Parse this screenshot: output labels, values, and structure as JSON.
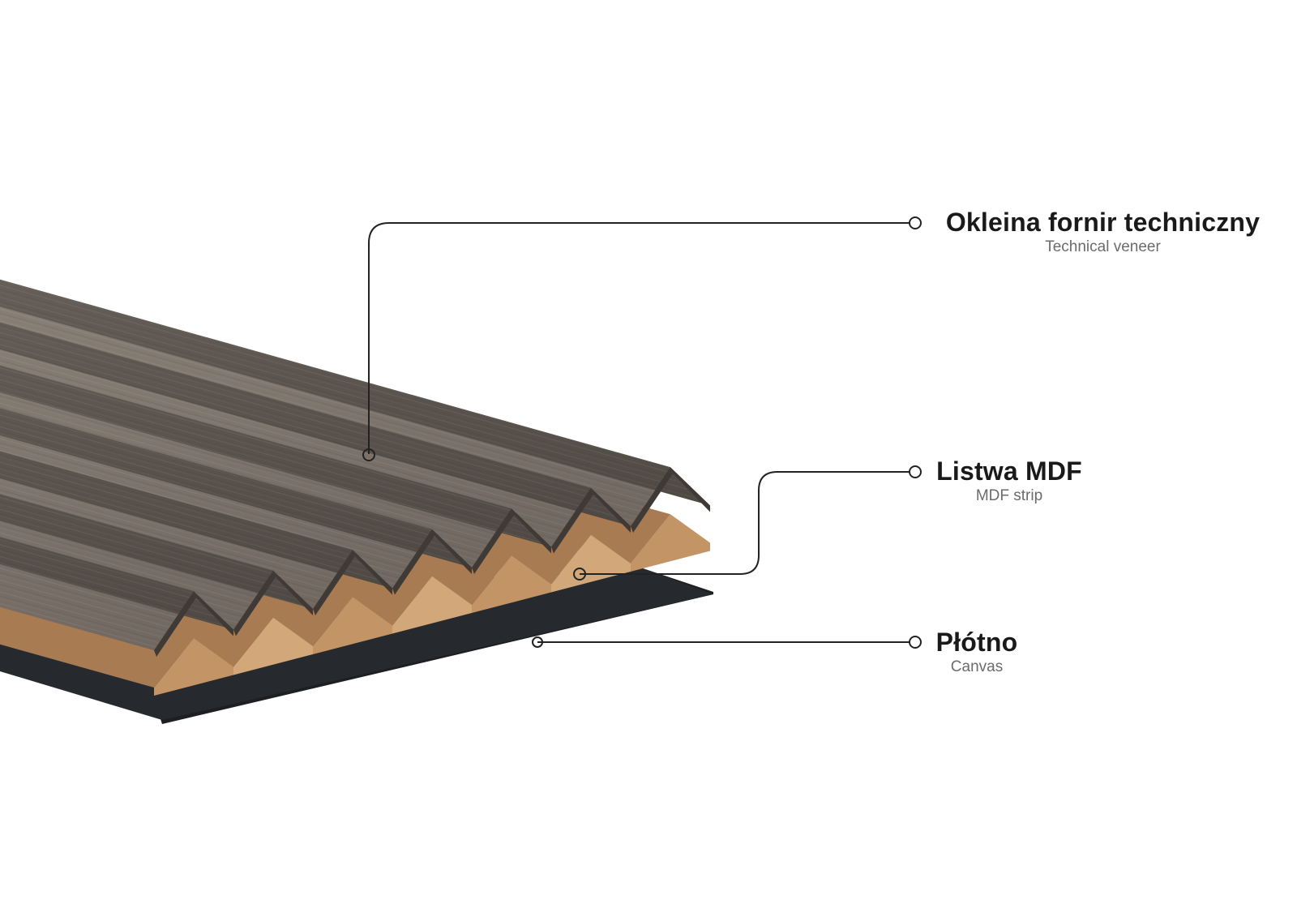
{
  "layers": [
    {
      "id": "veneer",
      "title": "Okleina fornir techniczny",
      "subtitle": "Technical veneer"
    },
    {
      "id": "mdf",
      "title": "Listwa MDF",
      "subtitle": "MDF strip"
    },
    {
      "id": "canvas",
      "title": "Płótno",
      "subtitle": "Canvas"
    }
  ],
  "colors": {
    "veneer_top": "#8a8179",
    "veneer_dark": "#5e5751",
    "veneer_edge": "#3f3a35",
    "mdf_light": "#d2a87a",
    "mdf_mid": "#c29466",
    "mdf_dark": "#a87b52",
    "canvas": "#1d1f22",
    "leader_line": "#222222"
  }
}
